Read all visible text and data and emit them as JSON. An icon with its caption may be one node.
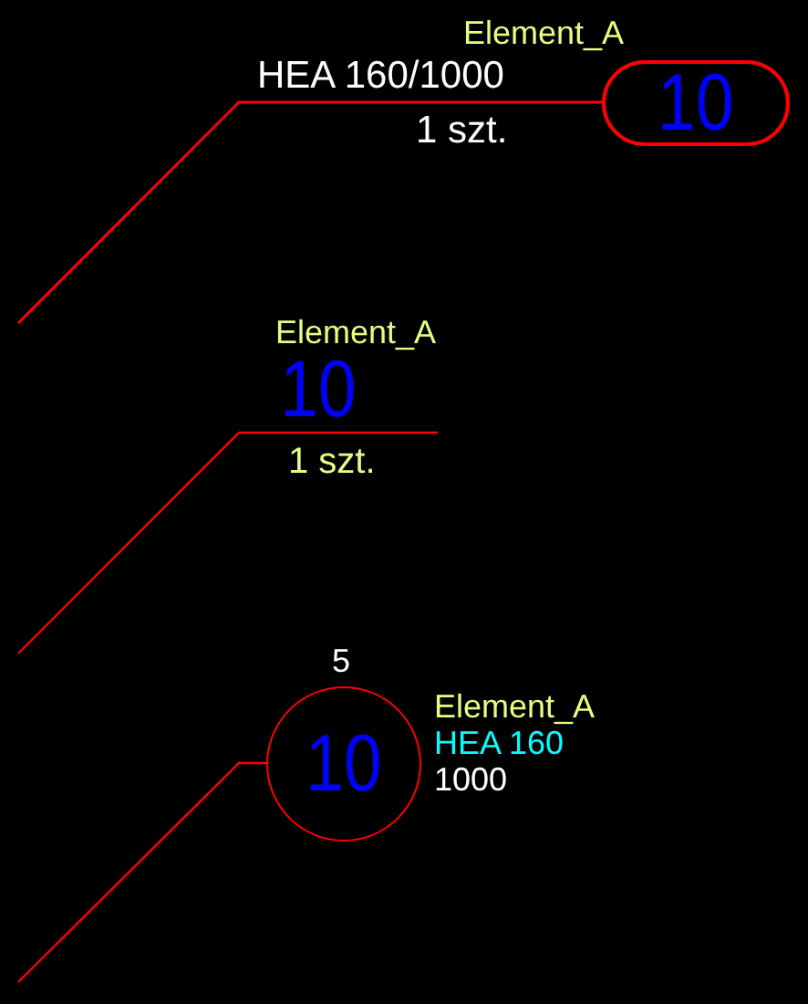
{
  "diagram": {
    "nodes": [
      {
        "text": [
          "10"
        ],
        "beside": [
          "Element_A"
        ]
      },
      {
        "text": [
          "10"
        ],
        "beside": [
          "Element_A",
          "1 szt."
        ]
      },
      {
        "text": [
          "10"
        ],
        "beside": [
          "5",
          "Element_A",
          "HEA 160",
          "1000"
        ]
      }
    ],
    "edges": [
      {
        "from": null,
        "to": 0,
        "arrow": "none"
      },
      {
        "from": null,
        "to": 1,
        "arrow": "none"
      },
      {
        "from": null,
        "to": 2,
        "arrow": "none"
      }
    ],
    "labels": [
      "HEA 160/1000",
      "1 szt."
    ]
  }
}
